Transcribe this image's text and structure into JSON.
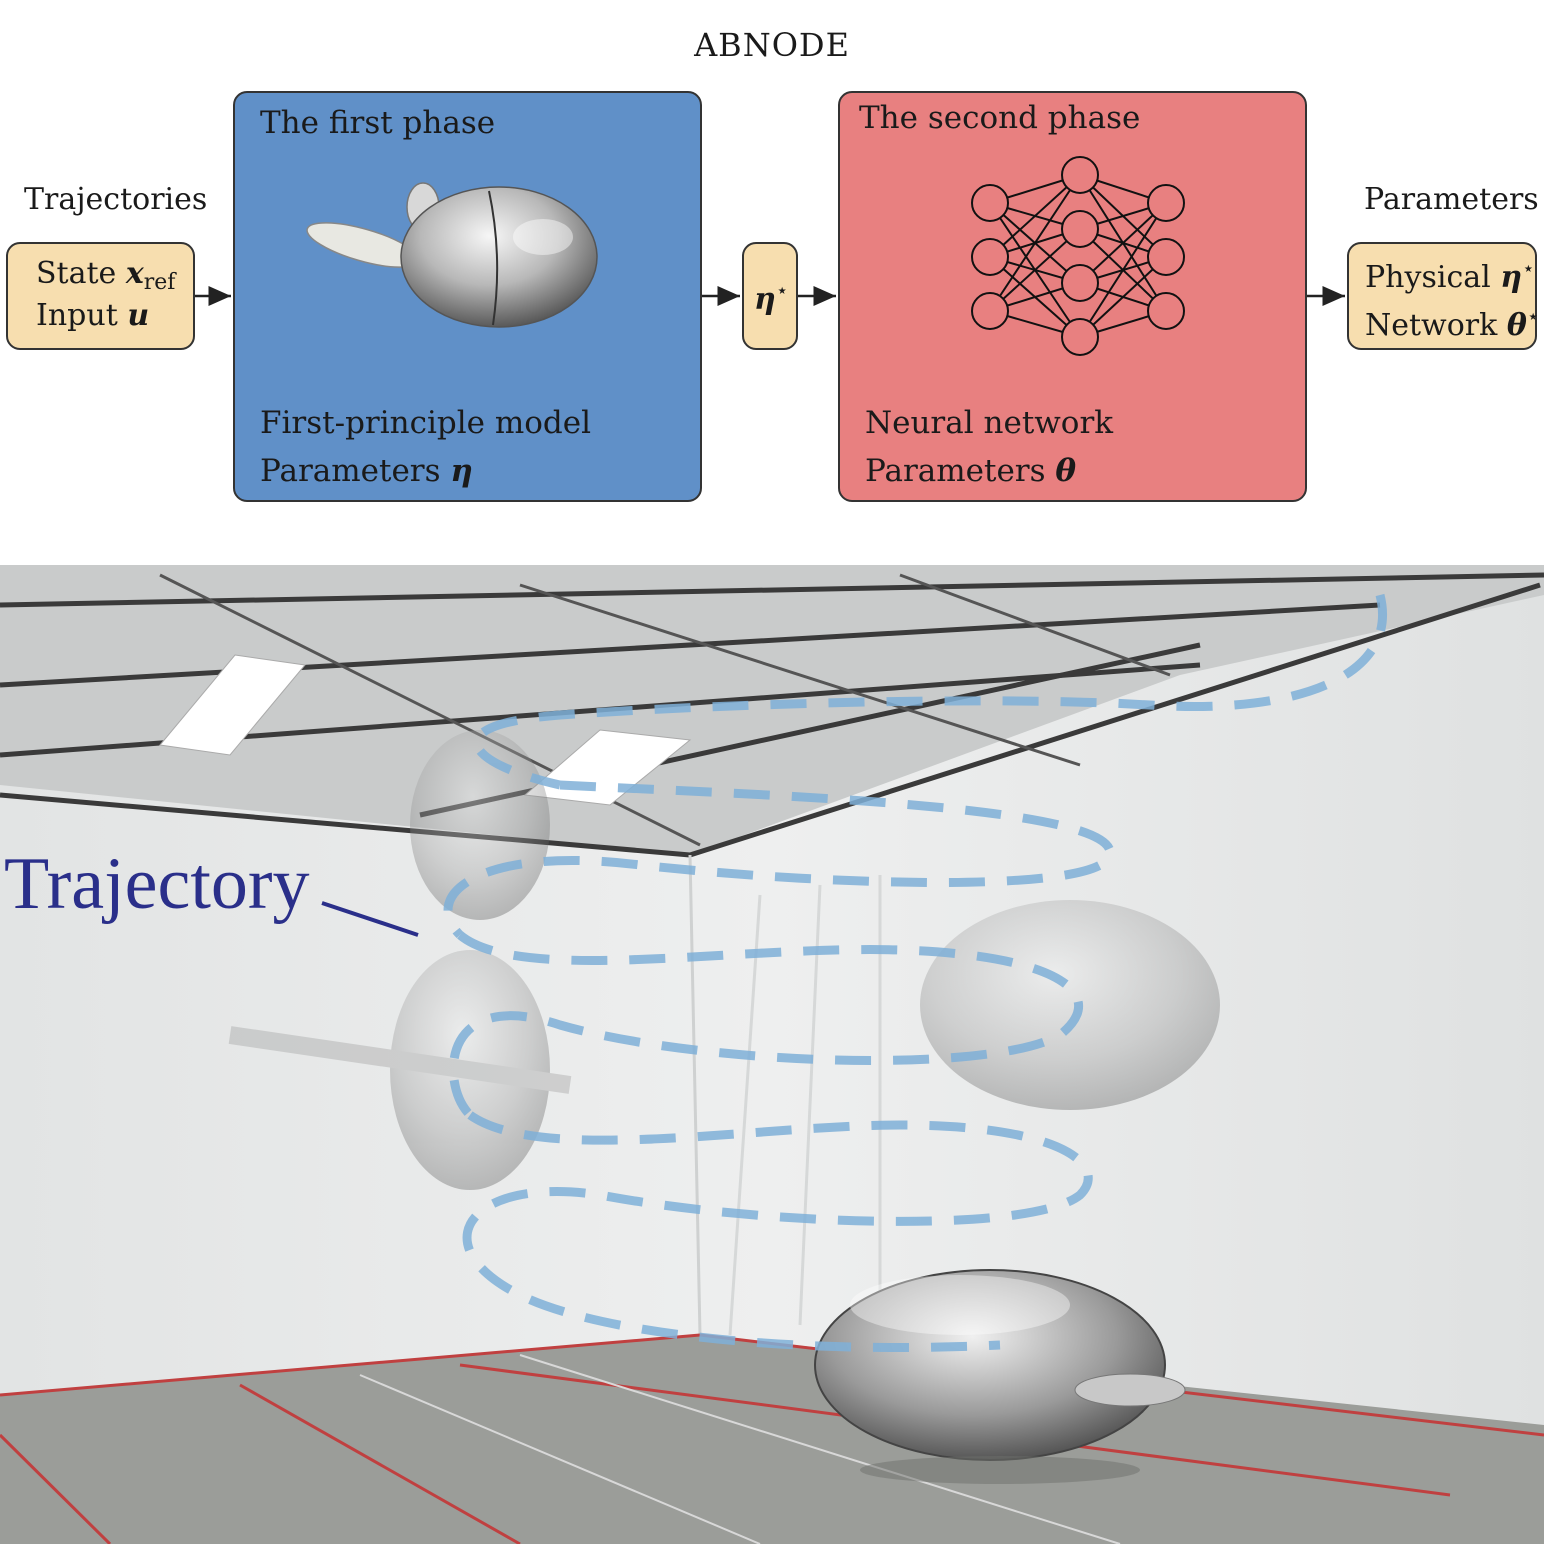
{
  "title": "ABNODE",
  "left_label": "Trajectories",
  "right_label": "Parameters",
  "input_box": {
    "line1_text": "State",
    "line1_symbol": "x",
    "line1_sub": "ref",
    "line2_text": "Input",
    "line2_symbol": "u"
  },
  "phase1": {
    "title": "The first phase",
    "model_text": "First-principle model",
    "param_text": "Parameters",
    "param_symbol": "η",
    "image": "airship-blimp"
  },
  "middle_box": {
    "symbol": "η",
    "sup": "⋆"
  },
  "phase2": {
    "title": "The second phase",
    "model_text": "Neural network",
    "param_text": "Parameters",
    "param_symbol": "θ",
    "icon": "neural-network-icon"
  },
  "output_box": {
    "line1_text": "Physical",
    "line1_symbol": "η",
    "line1_sup": "⋆",
    "line2_text": "Network",
    "line2_symbol": "θ",
    "line2_sup": "⋆"
  },
  "photo": {
    "label": "Trajectory",
    "label_color": "#2a2f8a",
    "trajectory_color": "#7fb0d8"
  },
  "colors": {
    "phase1": "#6090c8",
    "phase2": "#e88080",
    "io_box": "#f7deaf"
  }
}
